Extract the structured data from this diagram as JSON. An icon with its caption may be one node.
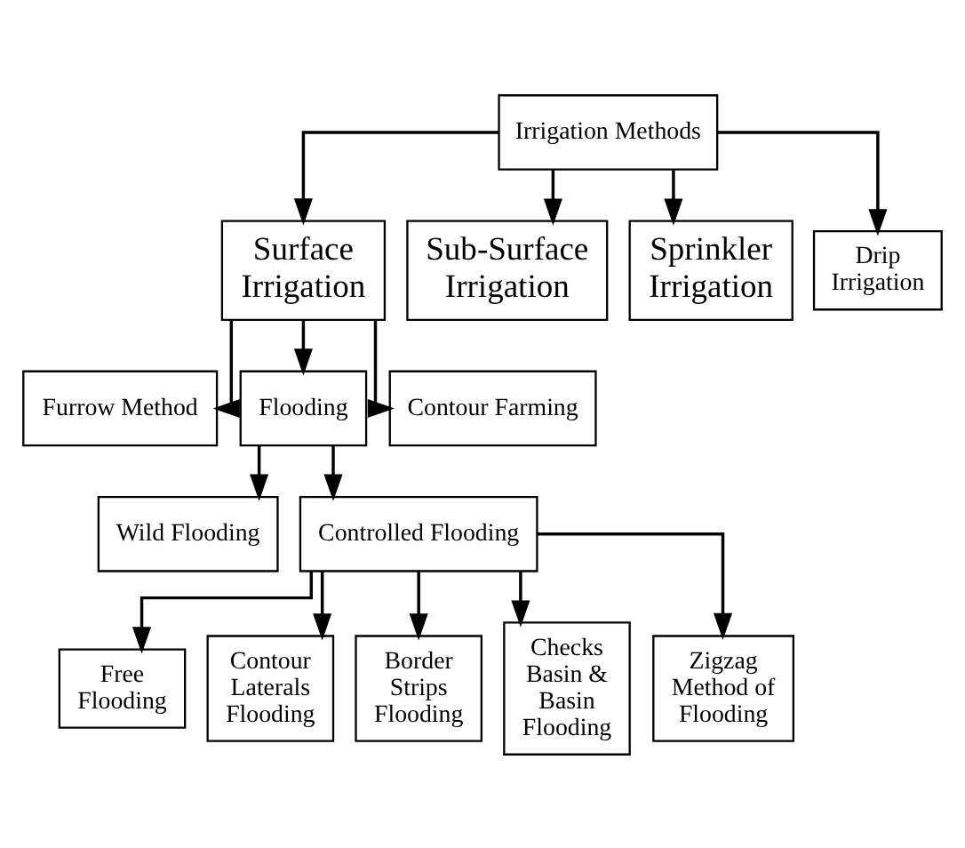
{
  "diagram": {
    "nodes": [
      {
        "text": [
          "Irrigation Methods"
        ]
      },
      {
        "text": [
          "Surface Irrigation"
        ]
      },
      {
        "text": [
          "Sub-Surface Irrigation"
        ]
      },
      {
        "text": [
          "Sprinkler Irrigation"
        ]
      },
      {
        "text": [
          "Drip Irrigation"
        ]
      },
      {
        "text": [
          "Furrow Method"
        ]
      },
      {
        "text": [
          "Flooding"
        ]
      },
      {
        "text": [
          "Contour Farming"
        ]
      },
      {
        "text": [
          "Wild Flooding"
        ]
      },
      {
        "text": [
          "Controlled Flooding"
        ]
      },
      {
        "text": [
          "Free Flooding"
        ]
      },
      {
        "text": [
          "Contour Laterals Flooding"
        ]
      },
      {
        "text": [
          "Border Strips Flooding"
        ]
      },
      {
        "text": [
          "Checks Basin & Basin Flooding"
        ]
      },
      {
        "text": [
          "Zigzag Method of Flooding"
        ]
      }
    ],
    "edges": [
      {
        "from": 0,
        "to": 1,
        "arrow": "to"
      },
      {
        "from": 0,
        "to": 2,
        "arrow": "to"
      },
      {
        "from": 0,
        "to": 3,
        "arrow": "to"
      },
      {
        "from": 0,
        "to": 4,
        "arrow": "to"
      },
      {
        "from": 1,
        "to": 5,
        "arrow": "to"
      },
      {
        "from": 1,
        "to": 6,
        "arrow": "to"
      },
      {
        "from": 1,
        "to": 7,
        "arrow": "to"
      },
      {
        "from": 6,
        "to": 8,
        "arrow": "to"
      },
      {
        "from": 6,
        "to": 9,
        "arrow": "to"
      },
      {
        "from": 9,
        "to": 10,
        "arrow": "to"
      },
      {
        "from": 9,
        "to": 11,
        "arrow": "to"
      },
      {
        "from": 9,
        "to": 12,
        "arrow": "to"
      },
      {
        "from": 9,
        "to": 13,
        "arrow": "to"
      },
      {
        "from": 9,
        "to": 14,
        "arrow": "to"
      }
    ]
  }
}
